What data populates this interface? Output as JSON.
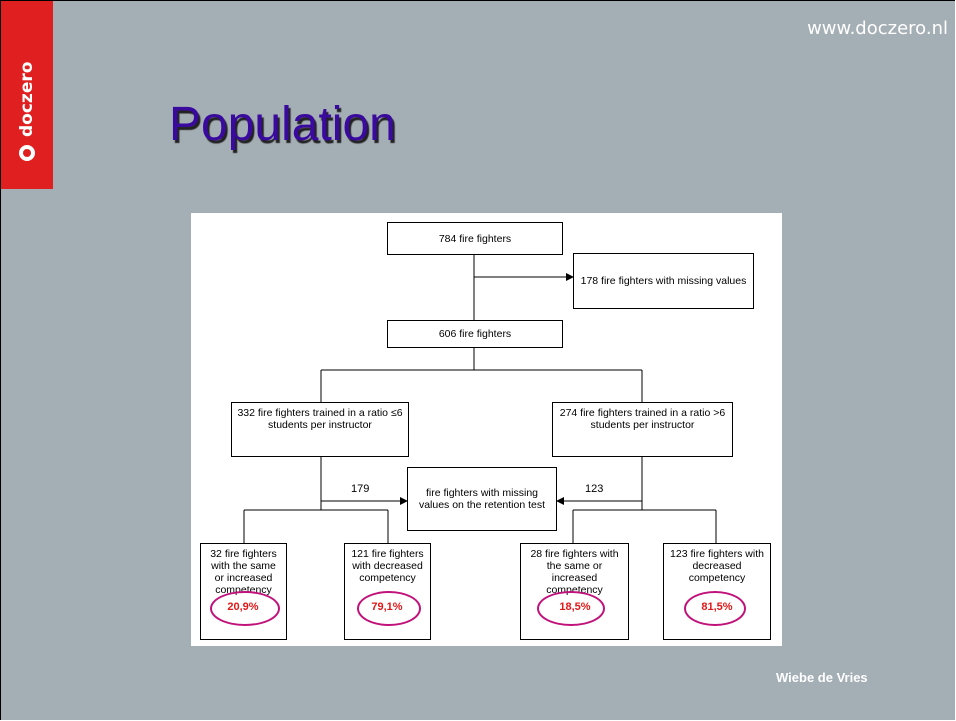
{
  "slide": {
    "site_url": "www.doczero.nl",
    "brand": "doczero",
    "title": "Population",
    "author": "Wiebe de Vries"
  },
  "diagram": {
    "top": "784 fire fighters",
    "excluded_missing": "178 fire fighters with missing values",
    "remaining": "606 fire fighters",
    "group_low_ratio": "332 fire fighters trained in a ratio ≤6 students per instructor",
    "group_high_ratio": "274 fire fighters trained in a ratio >6 students per instructor",
    "retention_missing": "fire fighters with missing values on the retention test",
    "missing_left_count": "179",
    "missing_right_count": "123",
    "outcomes": [
      {
        "label": "32 fire fighters with the same or increased competency",
        "percent": "20,9%"
      },
      {
        "label": "121 fire fighters with decreased competency",
        "percent": "79,1%"
      },
      {
        "label": "28 fire fighters with the same or increased competency",
        "percent": "18,5%"
      },
      {
        "label": "123 fire fighters with decreased competency",
        "percent": "81,5%"
      }
    ]
  },
  "colors": {
    "slide_background": "#a4aeb5",
    "brand_red": "#e02020",
    "title_color": "#3a0a9e",
    "percent_red": "#e01818",
    "highlight_ellipse": "#c0127a"
  }
}
